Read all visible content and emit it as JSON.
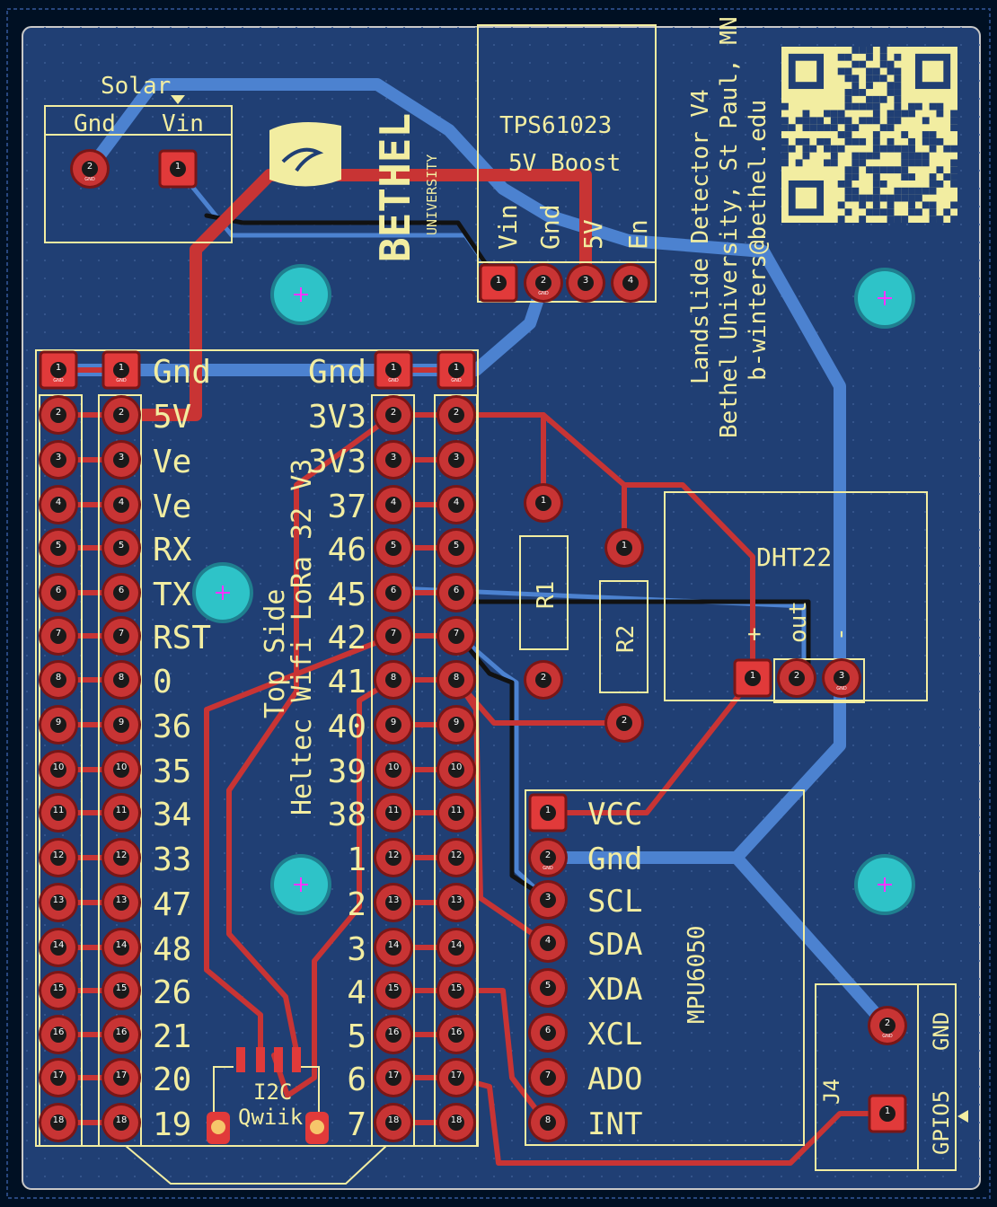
{
  "board": {
    "title_lines": [
      "Landslide Detector V4",
      "Bethel University, St Paul, MN",
      "b-winters@bethel.edu"
    ],
    "logo": {
      "word": "BETHEL",
      "sub": "UNIVERSITY"
    },
    "heltec": {
      "lines": [
        "Top Side",
        "Heltec Wifi LoRa 32 V3"
      ]
    },
    "solar": {
      "title": "Solar",
      "pins": [
        "Gnd",
        "Vin"
      ]
    },
    "boost": {
      "lines": [
        "TPS61023",
        "5V Boost"
      ],
      "pins": [
        "Vin",
        "Gnd",
        "5V",
        "En"
      ]
    },
    "dht": {
      "title": "DHT22",
      "pins": [
        "+",
        "out",
        "-"
      ]
    },
    "mpu": {
      "title": "MPU6050",
      "pins": [
        "VCC",
        "Gnd",
        "SCL",
        "SDA",
        "XDA",
        "XCL",
        "ADO",
        "INT"
      ]
    },
    "resistors": [
      "R1",
      "R2"
    ],
    "qwiic": {
      "ref": "I2C",
      "label": "Qwiik"
    },
    "j4": {
      "ref": "J4",
      "pins": [
        "GND",
        "GPIO5"
      ]
    },
    "left_labels": [
      "Gnd",
      "5V",
      "Ve",
      "Ve",
      "RX",
      "TX",
      "RST",
      "0",
      "36",
      "35",
      "34",
      "33",
      "47",
      "48",
      "26",
      "21",
      "20",
      "19"
    ],
    "right_labels": [
      "Gnd",
      "3V3",
      "3V3",
      "37",
      "46",
      "45",
      "42",
      "41",
      "40",
      "39",
      "38",
      "1",
      "2",
      "3",
      "4",
      "5",
      "6",
      "7"
    ],
    "pad_gnd": "GND",
    "colors": {
      "board": "#203f74",
      "copper_front": "#c83434",
      "copper_back": "#4c82d0",
      "silk": "#f2eda1",
      "hole": "#2ec3c8"
    }
  }
}
